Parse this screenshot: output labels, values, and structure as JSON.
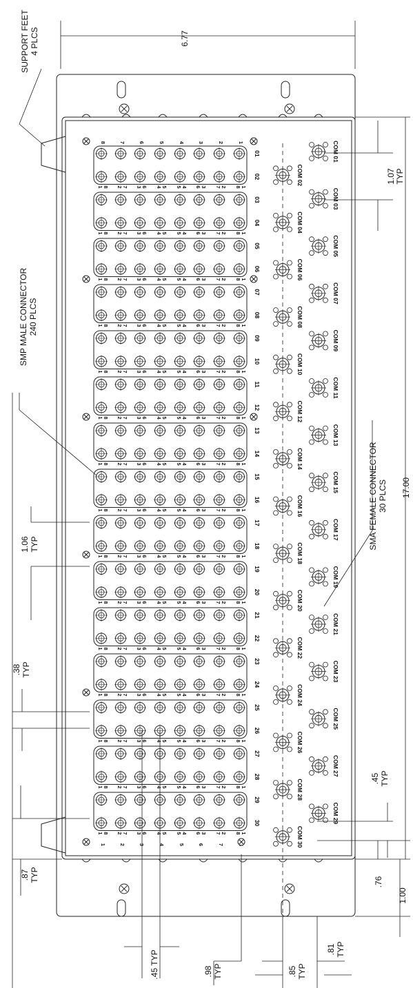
{
  "dims": {
    "width_6_77": "6.77",
    "height_17_00": "17.00",
    "dim_1_07": ".1.07",
    "dim_1_07_val": "1.07",
    "dim_1_06_val": "1.06",
    "dim_38": ".38",
    "dim_87": ".87",
    "dim_45_right": ".45",
    "dim_76": ".76",
    "dim_1_00": "1.00",
    "dim_45_typ_bottom": ".45 TYP",
    "dim_98": ".98",
    "dim_85": ".85",
    "dim_81": ".81",
    "typ": "TYP"
  },
  "callouts": {
    "support_feet": "SUPPORT FEET",
    "support_feet_qty": "4 PLCS",
    "smp_male": "SMP MALE CONNECTOR",
    "smp_male_qty": "240 PLCS",
    "sma_female": "SMA FEMALE CONNECTOR",
    "sma_female_qty": "30 PLCS"
  },
  "row_labels": [
    "01",
    "02",
    "03",
    "04",
    "05",
    "06",
    "07",
    "08",
    "09",
    "10",
    "11",
    "12",
    "13",
    "14",
    "15",
    "16",
    "17",
    "18",
    "19",
    "20",
    "21",
    "22",
    "23",
    "24",
    "25",
    "26",
    "27",
    "28",
    "29",
    "30"
  ],
  "col_labels_top": [
    "8",
    "7",
    "6",
    "5",
    "4",
    "3",
    "2",
    "1"
  ],
  "col_labels_bottom": [
    "1",
    "2",
    "3",
    "4",
    "5",
    "6",
    "7",
    "8"
  ],
  "pair_labels_a": [
    "1",
    "2",
    "3",
    "4",
    "5",
    "6",
    "7",
    "8"
  ],
  "pair_labels_b": [
    "8",
    "7",
    "6",
    "5",
    "4",
    "3",
    "2",
    "1"
  ],
  "com_labels": [
    "COM 01",
    "COM 02",
    "COM 03",
    "COM 04",
    "COM 05",
    "COM 06",
    "COM 07",
    "COM 08",
    "COM 09",
    "COM 10",
    "COM 11",
    "COM 12",
    "COM 13",
    "COM 14",
    "COM 15",
    "COM 16",
    "COM 17",
    "COM 18",
    "COM 19",
    "COM 20",
    "COM 21",
    "COM 22",
    "COM 23",
    "COM 24",
    "COM 25",
    "COM 26",
    "COM 27",
    "COM 28",
    "COM 29",
    "COM 30"
  ]
}
